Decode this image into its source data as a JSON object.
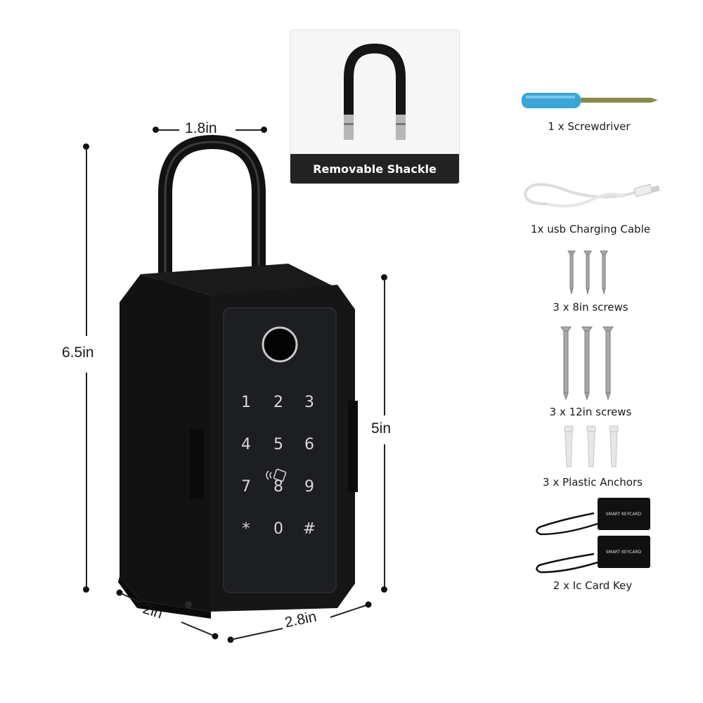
{
  "dimensions": {
    "width_top": "1.8in",
    "height_total": "6.5in",
    "height_body": "5in",
    "depth": "2in",
    "width_front": "2.8in"
  },
  "shackle_card": {
    "label": "Removable Shackle"
  },
  "keypad": {
    "keys": [
      "1",
      "2",
      "3",
      "4",
      "5",
      "6",
      "7",
      "8",
      "9",
      "*",
      "0",
      "#"
    ]
  },
  "accessories": [
    {
      "label": "1 x Screwdriver",
      "icon": "screwdriver-icon"
    },
    {
      "label": "1x usb Charging Cable",
      "icon": "usb-cable-icon"
    },
    {
      "label": "3 x 8in screws",
      "icon": "short-screws-icon"
    },
    {
      "label": "3 x 12in screws",
      "icon": "long-screws-icon"
    },
    {
      "label": "3 x Plastic Anchors",
      "icon": "plastic-anchors-icon"
    },
    {
      "label": "2 x Ic Card Key",
      "icon": "ic-card-key-icon"
    }
  ],
  "keycard_text": "SMART KEYCARD",
  "colors": {
    "body": "#141414",
    "panel": "#1b1c20",
    "key": "#d8d8d8",
    "screwdriver_handle": "#3aa6d8",
    "label_bar": "#232323"
  }
}
